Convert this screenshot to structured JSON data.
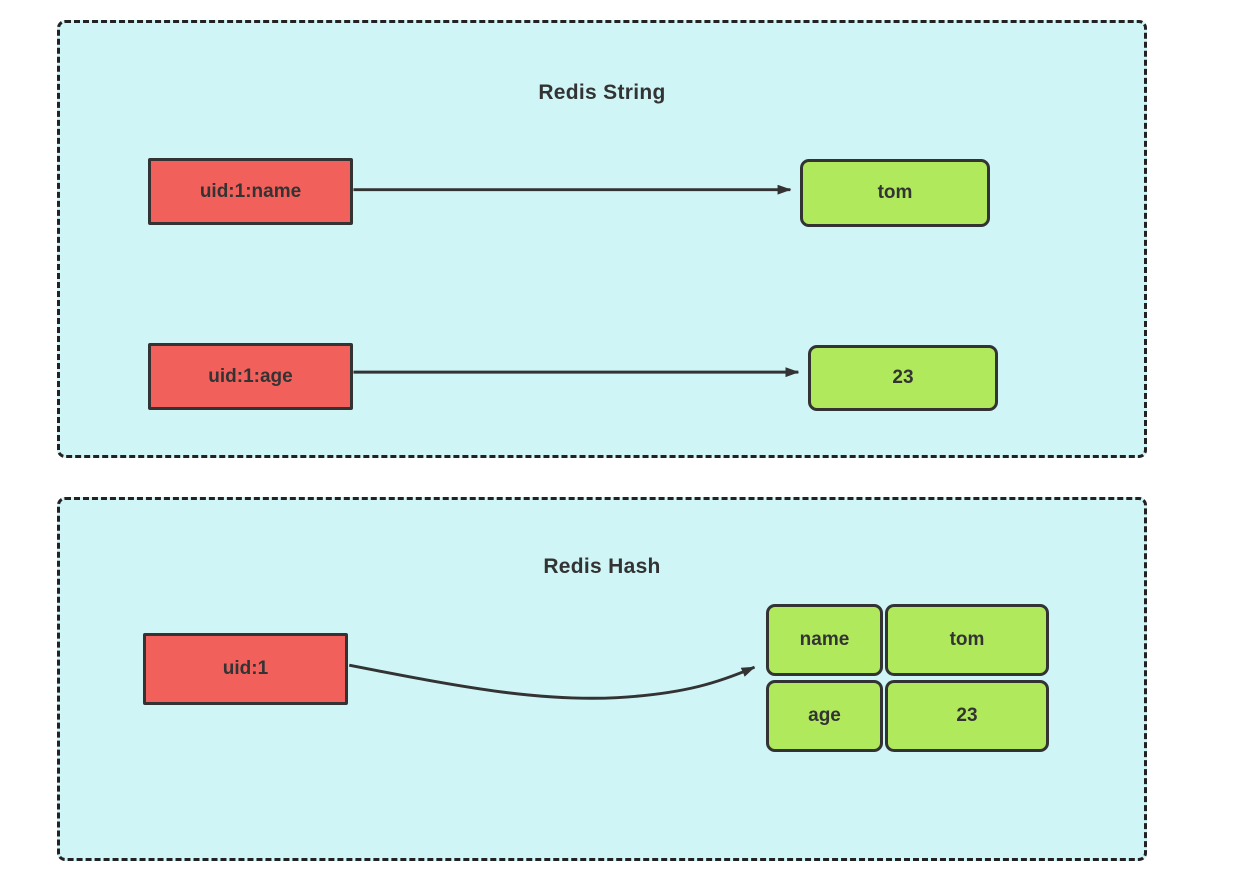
{
  "diagram": {
    "string_section": {
      "title": "Redis String",
      "pairs": [
        {
          "key": "uid:1:name",
          "value": "tom"
        },
        {
          "key": "uid:1:age",
          "value": "23"
        }
      ]
    },
    "hash_section": {
      "title": "Redis Hash",
      "key": "uid:1",
      "entries": [
        {
          "field": "name",
          "value": "tom"
        },
        {
          "field": "age",
          "value": "23"
        }
      ]
    }
  },
  "colors": {
    "container_background": "#cff5f6",
    "container_border": "#222222",
    "key_box_fill": "#f2605c",
    "value_box_fill": "#b0e95c",
    "box_border": "#333333",
    "arrow_stroke": "#333333",
    "text": "#333333"
  }
}
